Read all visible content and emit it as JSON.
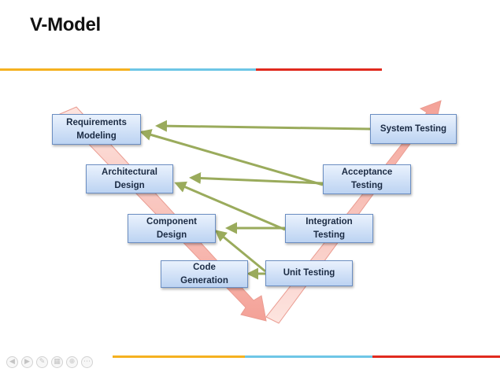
{
  "slide": {
    "title": "V-Model"
  },
  "colors": {
    "stripe_orange": "#f5b120",
    "stripe_blue": "#6ec6e6",
    "stripe_red": "#e02a1e",
    "box_border": "#6b8ec2",
    "connector_green": "#9aab5c",
    "v_arrow_fill": "#f7b8b0"
  },
  "left_boxes": [
    {
      "id": "requirements",
      "label": "Requirements\nModeling"
    },
    {
      "id": "architectural",
      "label": "Architectural\nDesign"
    },
    {
      "id": "component",
      "label": "Component\nDesign"
    },
    {
      "id": "code",
      "label": "Code\nGeneration"
    }
  ],
  "right_boxes": [
    {
      "id": "system",
      "label": "System Testing"
    },
    {
      "id": "acceptance",
      "label": "Acceptance\nTesting"
    },
    {
      "id": "integration",
      "label": "Integration\nTesting"
    },
    {
      "id": "unit",
      "label": "Unit Testing"
    }
  ],
  "nav_icons": [
    "prev-icon",
    "next-icon",
    "pen-icon",
    "slides-icon",
    "zoom-icon",
    "more-icon"
  ]
}
